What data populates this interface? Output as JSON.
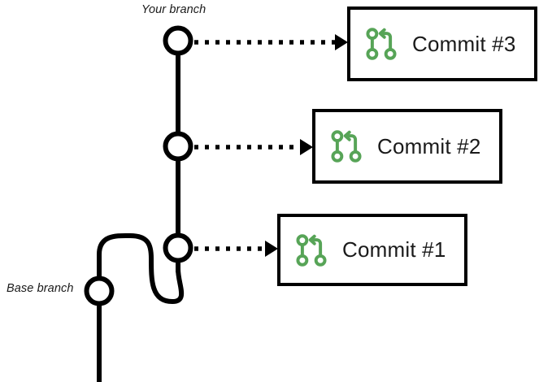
{
  "diagram": {
    "title": "Git branch commits diagram",
    "colors": {
      "line": "#000000",
      "node_fill": "#ffffff",
      "box_border": "#000000",
      "box_fill": "#ffffff",
      "icon_green": "#57a457",
      "text": "#1a1a1a",
      "background": "#ffffff"
    },
    "labels": {
      "your_branch": "Your branch",
      "base_branch": "Base branch"
    },
    "icons": {
      "commit_icon_name": "git-pull-request-icon",
      "arrow_icon_name": "dotted-arrow-icon",
      "node_icon_name": "commit-node-icon"
    },
    "commits": [
      {
        "label": "Commit #3",
        "icon": "git-pull-request-icon"
      },
      {
        "label": "Commit #2",
        "icon": "git-pull-request-icon"
      },
      {
        "label": "Commit #1",
        "icon": "git-pull-request-icon"
      }
    ],
    "nodes": [
      {
        "name": "your-branch-commit-3-node"
      },
      {
        "name": "your-branch-commit-2-node"
      },
      {
        "name": "your-branch-commit-1-node"
      },
      {
        "name": "base-branch-node"
      }
    ]
  }
}
